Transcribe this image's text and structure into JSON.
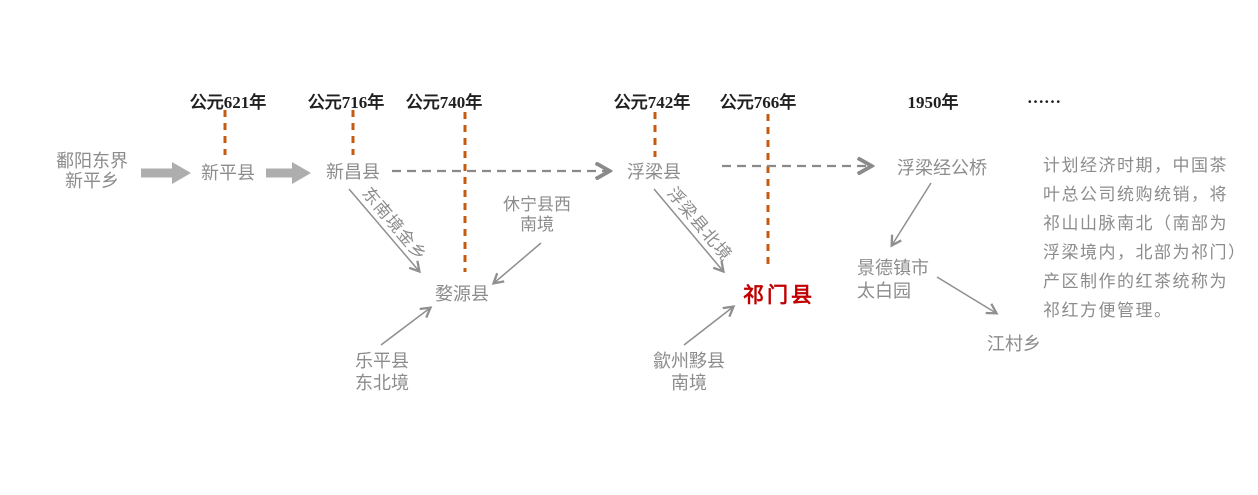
{
  "colors": {
    "year_text": "#1f1f1f",
    "node_text": "#8c8c8c",
    "highlight_red": "#c00000",
    "timeline_orange": "#c55a11",
    "thin_arrow_gray": "#8f8f8f",
    "dashed_arrow_gray": "#8a8a8a",
    "block_arrow_gray": "#aeaeae"
  },
  "timeline": {
    "years": [
      {
        "label": "公元621年"
      },
      {
        "label": "公元716年"
      },
      {
        "label": "公元740年"
      },
      {
        "label": "公元742年"
      },
      {
        "label": "公元766年"
      },
      {
        "label": "1950年"
      },
      {
        "label": "……"
      }
    ]
  },
  "nodes": {
    "origin": {
      "line1": "鄱阳东界",
      "line2": "新平乡"
    },
    "xinping": {
      "label": "新平县"
    },
    "xinchang": {
      "label": "新昌县"
    },
    "fuliang": {
      "label": "浮梁县"
    },
    "jinggongqiao": {
      "label": "浮梁经公桥"
    },
    "wuyuan": {
      "label": "婺源县"
    },
    "qimen": {
      "label": "祁门县"
    },
    "jingdezhen": {
      "line1": "景德镇市",
      "line2": "太白园"
    },
    "jiangcun": {
      "label": "江村乡"
    }
  },
  "branch_labels": {
    "dongnanjing_jinxiang": {
      "label": "东南境金乡"
    },
    "fuliang_north": {
      "label": "浮梁县北境"
    },
    "xiuning": {
      "line1": "休宁县西",
      "line2": "南境"
    },
    "leping": {
      "line1": "乐平县",
      "line2": "东北境"
    },
    "shezhou": {
      "line1": "歙州黟县",
      "line2": "南境"
    }
  },
  "side_note": {
    "lines": [
      "计划经济时期，中国茶",
      "叶总公司统购统销，将",
      "祁山山脉南北（南部为",
      "浮梁境内，北部为祁门）",
      "产区制作的红茶统称为",
      "祁红方便管理。"
    ]
  }
}
